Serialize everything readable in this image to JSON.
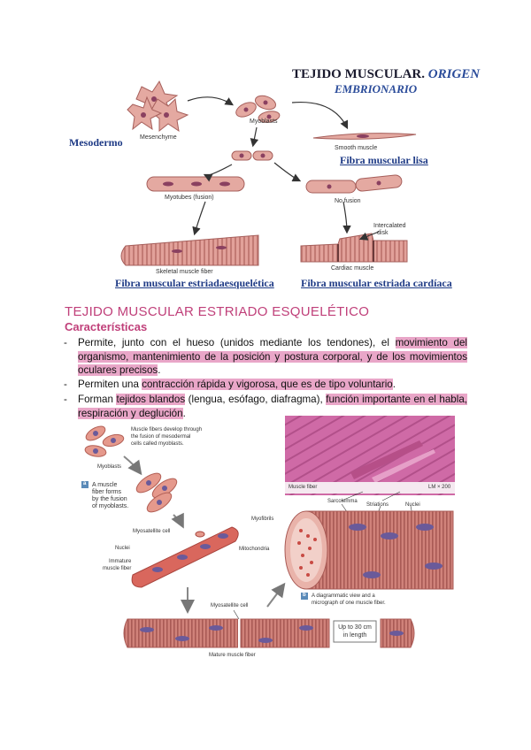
{
  "figure1": {
    "title_main": "TEJIDO MUSCULAR.",
    "title_italic": "ORIGEN",
    "title_line2": "EMBRIONARIO",
    "mesodermo": "Mesodermo",
    "labels": {
      "mesenchyme": "Mesenchyme",
      "myoblasts": "Myoblasts",
      "smooth_muscle": "Smooth muscle",
      "myotubes": "Myotubes (fusion)",
      "no_fusion": "No fusion",
      "intercalated": "Intercalated",
      "disk": "disk",
      "skeletal_fiber": "Skeletal muscle fiber",
      "cardiac_muscle": "Cardiac muscle"
    },
    "captions": {
      "lisa": "Fibra muscular lisa",
      "esqueletica": "Fibra muscular estriadaesquelética",
      "cardiaca": "Fibra muscular estriada cardíaca"
    }
  },
  "section": {
    "title": "TEJIDO MUSCULAR ESTRIADO ESQUELÉTICO",
    "subtitle": "Características",
    "bullets": [
      {
        "dash": "-",
        "p1": "Permite, junto con el hueso (unidos mediante los tendones), el ",
        "h1": "movimiento del organismo, mantenimiento de la posición y postura corporal, y de los movimientos oculares precisos",
        "p2": "."
      },
      {
        "dash": "-",
        "p1": "Permiten una ",
        "h1": "contracción rápida y vigorosa, que es de tipo voluntario",
        "p2": "."
      },
      {
        "dash": "-",
        "p1": "Forman ",
        "h1": "tejidos blandos",
        "p2": " (lengua,  esófago, diafragma), ",
        "h2": "función importante en el habla, respiración y deglución",
        "p3": "."
      }
    ]
  },
  "figure2": {
    "intro_lines": [
      "Muscle fibers develop through",
      "the fusion of mesodermal",
      "cells called myoblasts."
    ],
    "myoblasts": "Myoblasts",
    "a_badge": "a",
    "a_lines": [
      "A muscle",
      "fiber forms",
      "by the fusion",
      "of myoblasts."
    ],
    "satellite": "Myosatellite cell",
    "nuclei_left": "Nuclei",
    "immature": [
      "Immature",
      "muscle fiber"
    ],
    "micro_label": "Muscle fiber",
    "micro_mag": "LM × 200",
    "sarcolemma": "Sarcolemma",
    "striations": "Striations",
    "nuclei_right": "Nuclei",
    "myofibrils": "Myofibrils",
    "mitochondria": "Mitochondria",
    "b_badge": "b",
    "b_lines": [
      "A diagrammatic view and a",
      "micrograph of one muscle fiber."
    ],
    "satellite2": "Myosatellite cell",
    "length_lines": [
      "Up to 30 cm",
      "in length"
    ],
    "mature": "Mature muscle fiber"
  },
  "colors": {
    "cell_fill": "#e4a9a1",
    "cell_stroke": "#b86c68",
    "nucleus": "#8a4060",
    "highlight": "#e9a6c8",
    "heading": "#c0407a",
    "caption_blue": "#1f3b86",
    "micro_bg": "#c85b9a",
    "fiber": "#c9756d"
  }
}
